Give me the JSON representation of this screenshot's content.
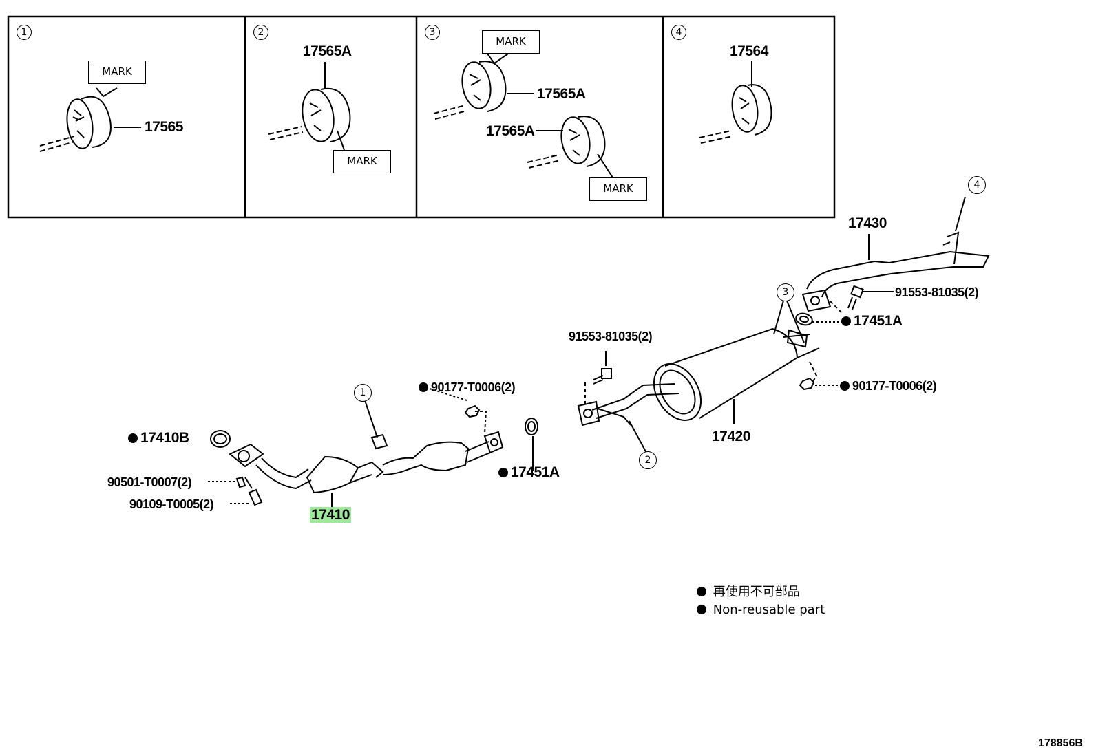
{
  "panels": [
    {
      "number": "1",
      "part": "17565",
      "mark": "MARK"
    },
    {
      "number": "2",
      "part": "17565A",
      "mark": "MARK"
    },
    {
      "number": "3",
      "part_upper": "17565A",
      "part_lower": "17565A",
      "mark_upper": "MARK",
      "mark_lower": "MARK"
    },
    {
      "number": "4",
      "part": "17564"
    }
  ],
  "parts": {
    "p17430": "17430",
    "p91553_upper": "91553-81035(2)",
    "p17451A_upper": "17451A",
    "p91553_mid": "91553-81035(2)",
    "p90177_right": "90177-T0006(2)",
    "p90177_left": "90177-T0006(2)",
    "p17420": "17420",
    "p17410B": "17410B",
    "p17451A_lower": "17451A",
    "p90501": "90501-T0007(2)",
    "p90109": "90109-T0005(2)",
    "p17410": "17410"
  },
  "callouts": {
    "c1": "1",
    "c2": "2",
    "c3": "3",
    "c4": "4"
  },
  "legend": {
    "line_jp": "再使用不可部品",
    "line_en": "Non-reusable part"
  },
  "ref_code": "178856B",
  "colors": {
    "highlight": "#9fe89b",
    "ink": "#000000"
  }
}
